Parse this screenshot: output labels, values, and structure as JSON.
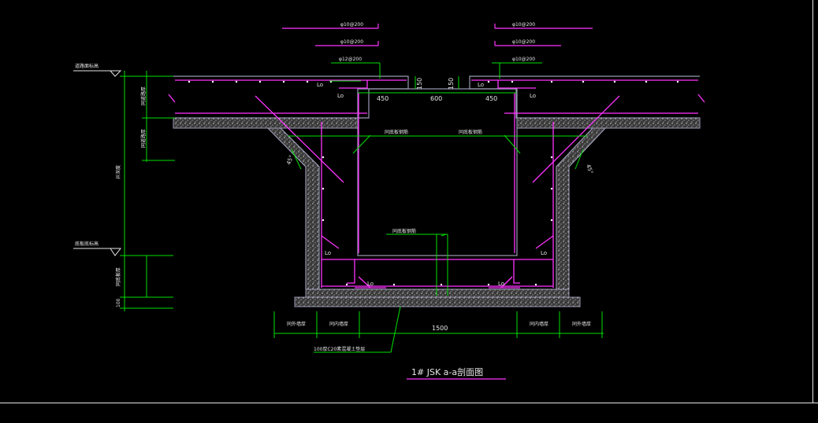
{
  "drawing": {
    "title": "1# JSK a-a剖面图",
    "rebar_labels": {
      "left_top": "φ10@200",
      "left_mid": "φ10@200",
      "left_low": "φ12@200",
      "right_top": "φ10@200",
      "right_mid": "φ10@200",
      "right_low": "φ10@200"
    },
    "dimensions": {
      "opening_left": "450",
      "opening_center": "600",
      "opening_right": "450",
      "slab_step": "150",
      "base_width": "1500",
      "left_elev_small": "100",
      "angle_left": "45°",
      "angle_right": "45°"
    },
    "lap_label": "Lo",
    "notes": {
      "slab_top_elev": "道路面标高",
      "bottom_elev": "底板底标高",
      "slab_thickness": "同道路厚",
      "cushion_thickness": "同道路厚",
      "depth_total": "井深度",
      "base_thickness": "同底板厚",
      "wall_rebar_left": "同底板钢筋",
      "wall_rebar_right": "同底板钢筋",
      "base_rebar": "同底板钢筋",
      "bottom_dim_1": "同外墙厚",
      "bottom_dim_2": "同内墙厚",
      "bottom_dim_4": "同内墙厚",
      "bottom_dim_5": "同外墙厚",
      "cushion_note": "100厚C20素混凝土垫层"
    },
    "colors": {
      "background": "#000000",
      "concrete": "#9a9ab4",
      "rebar": "#ff33ff",
      "dimension": "#00e000",
      "text": "#e6e6e6",
      "hatch_dots": "#ffffff"
    }
  }
}
